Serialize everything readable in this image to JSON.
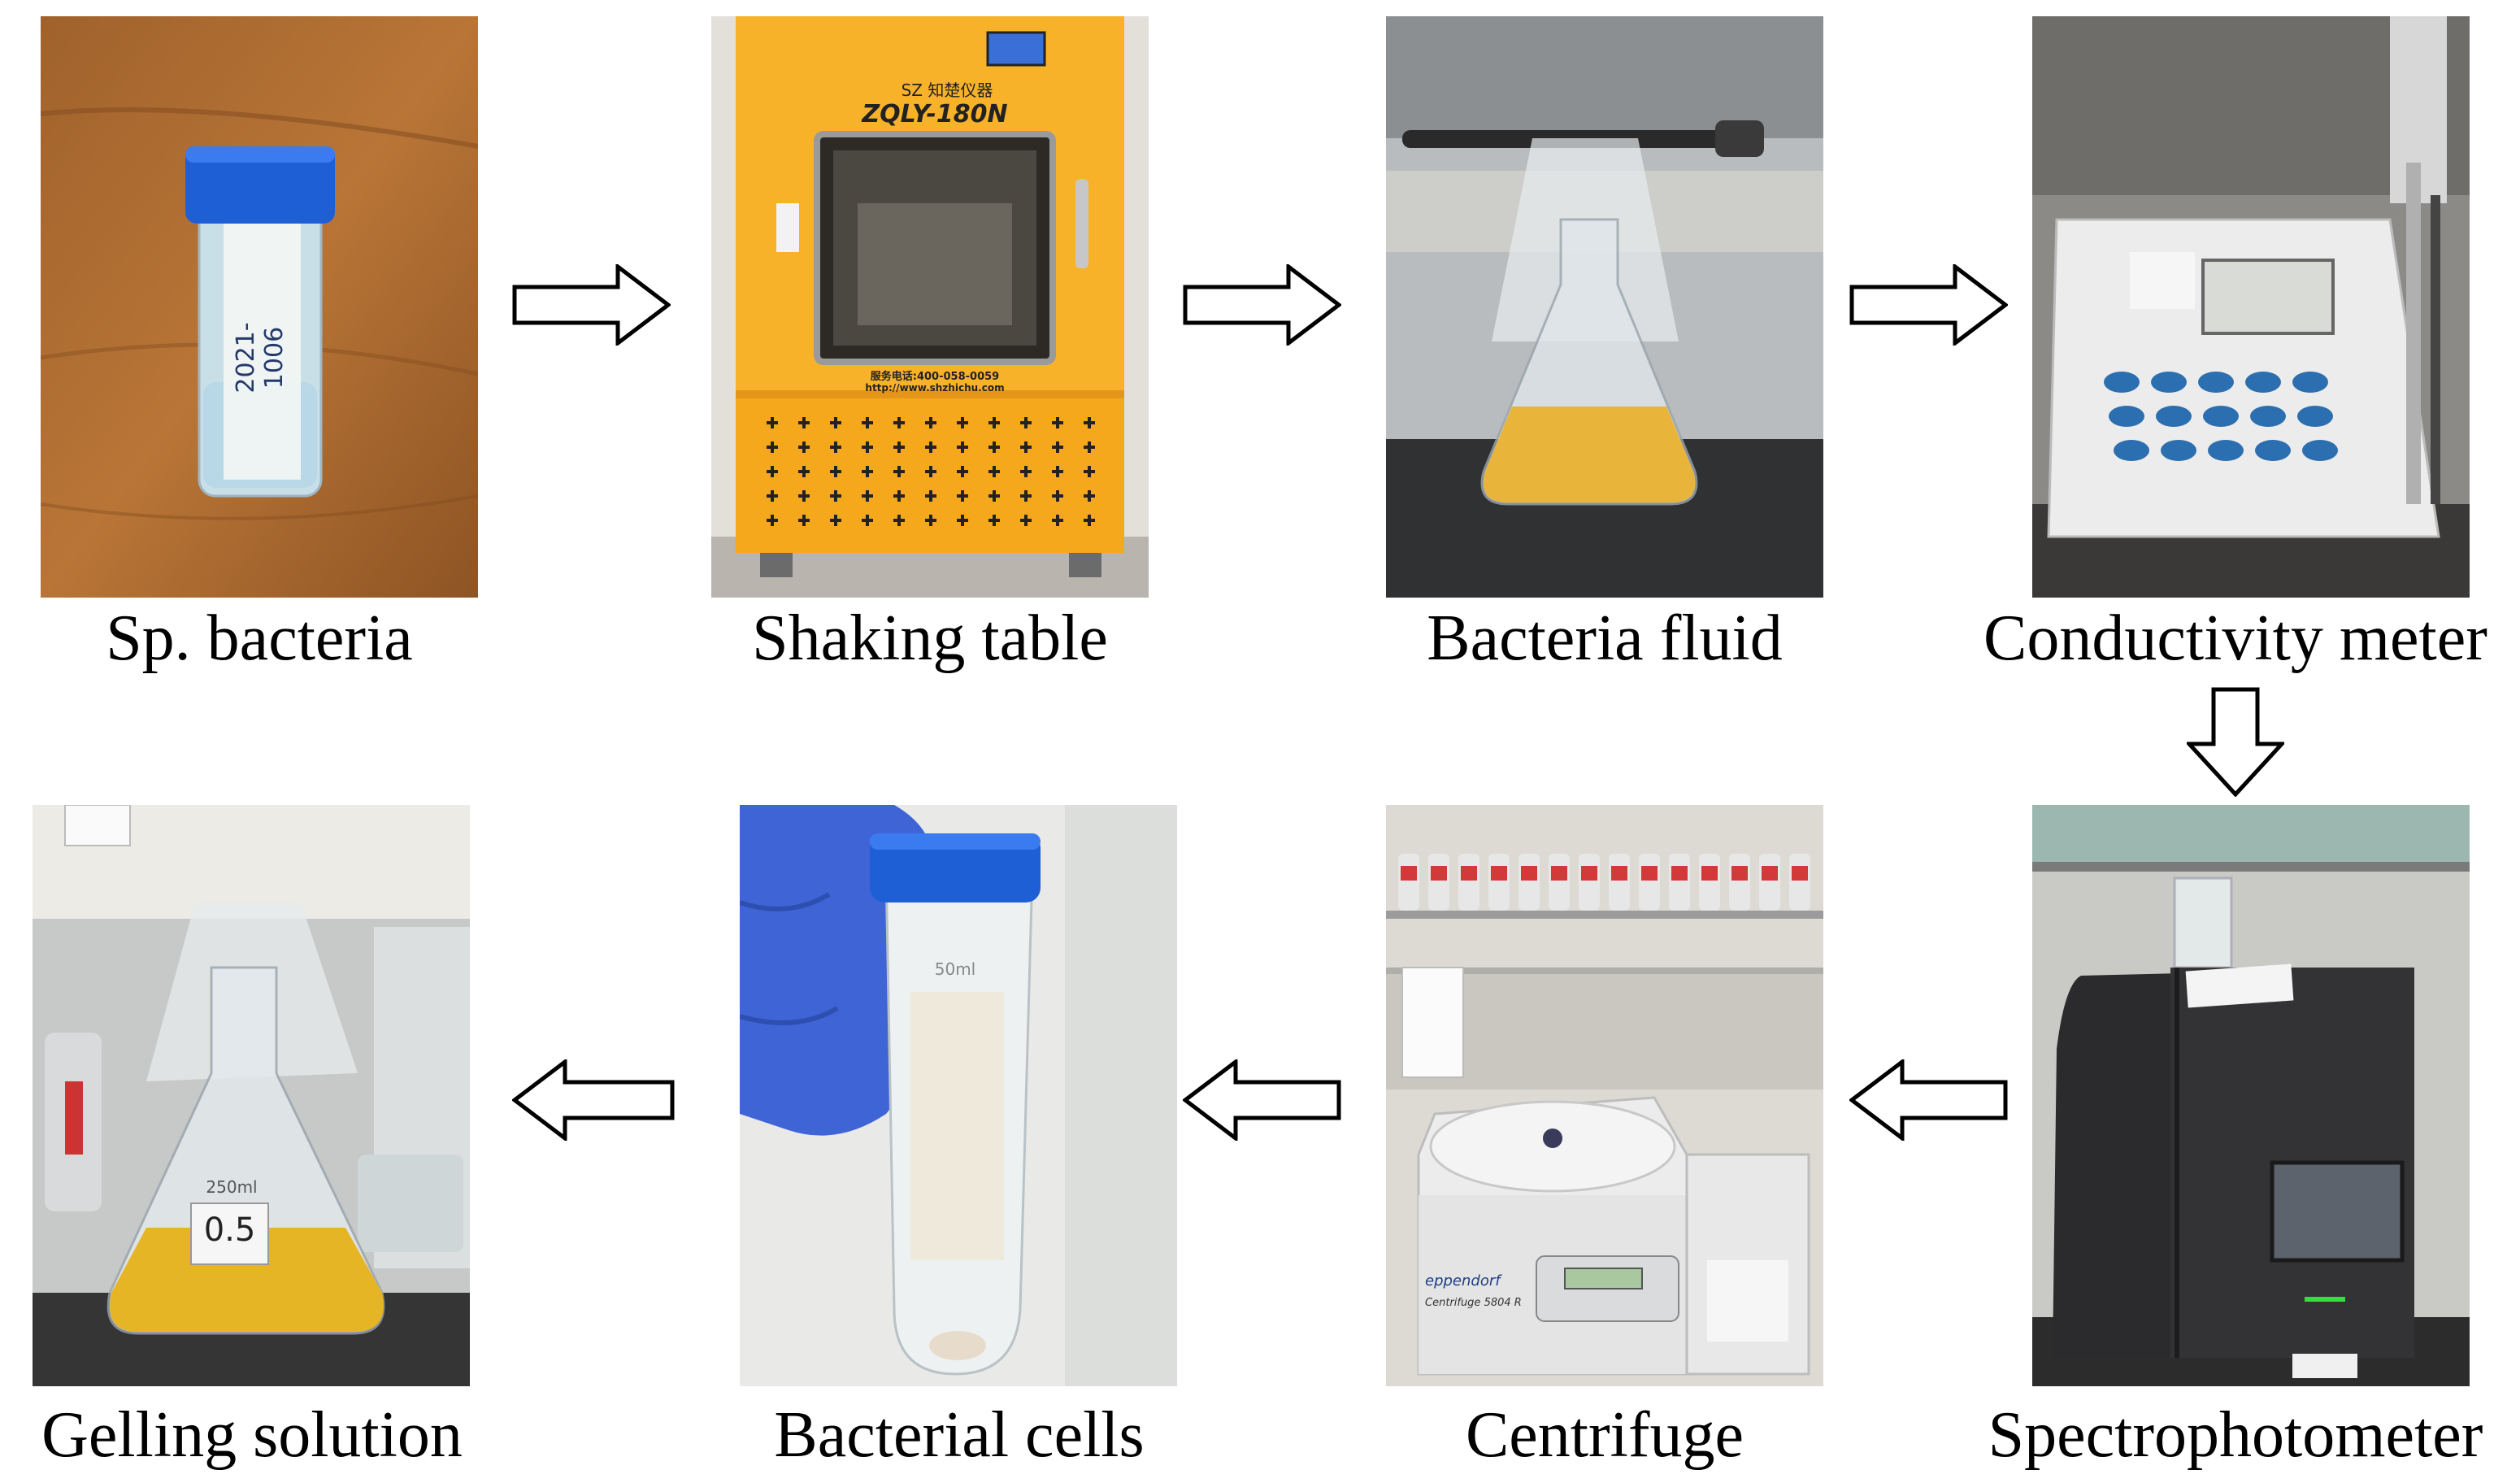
{
  "steps": [
    {
      "label": "Sp. bacteria",
      "tube_label": "2021-1006"
    },
    {
      "label": "Shaking table",
      "brand": "SZ 知楚仪器",
      "model": "ZQLY-180N",
      "phone": "服务电话:400-058-0059",
      "web": "http://www.shzhichu.com"
    },
    {
      "label": "Bacteria fluid"
    },
    {
      "label": "Conductivity meter"
    },
    {
      "label": "Spectrophotometer"
    },
    {
      "label": "Centrifuge",
      "brand": "eppendorf",
      "model": "Centrifuge 5804 R"
    },
    {
      "label": "Bacterial cells",
      "volume": "50ml"
    },
    {
      "label": "Gelling solution",
      "volume": "250ml",
      "flask_label": "0.5"
    }
  ],
  "colors": {
    "arrow_stroke": "#000000",
    "arrow_fill": "#ffffff",
    "incubator": "#f5a81c",
    "bacteria_liquid": "#e9b43a",
    "cap_blue": "#1f5fd6"
  }
}
